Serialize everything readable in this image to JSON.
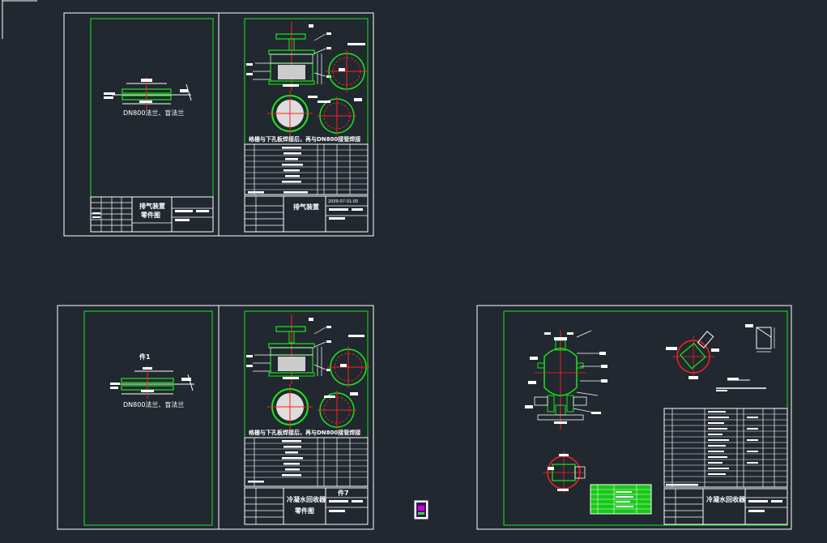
{
  "colors": {
    "background": "#212830",
    "sheet_border": "#ffffff",
    "frame": "#19e619",
    "center_line": "#ff2020",
    "highlight": "#17c917",
    "magenta": "#d400d4"
  },
  "sheets": {
    "flange_1": {
      "caption": "DN800法兰、盲法兰",
      "title": "排气装置",
      "title_sub": "零件图"
    },
    "vent_1": {
      "note": "格栅与下孔板焊接后，再与DN800接管焊接",
      "title": "排气装置",
      "code": "2009-07-01-05"
    },
    "flange_2": {
      "part": "件1",
      "caption": "DN800法兰、盲法兰"
    },
    "vent_2": {
      "note": "格栅与下孔板焊接后，再与DN800接管焊接",
      "title": "冷凝水回收器",
      "title_sub": "零件图",
      "part": "件7"
    },
    "assembly": {
      "title": "冷凝水回收器"
    }
  }
}
